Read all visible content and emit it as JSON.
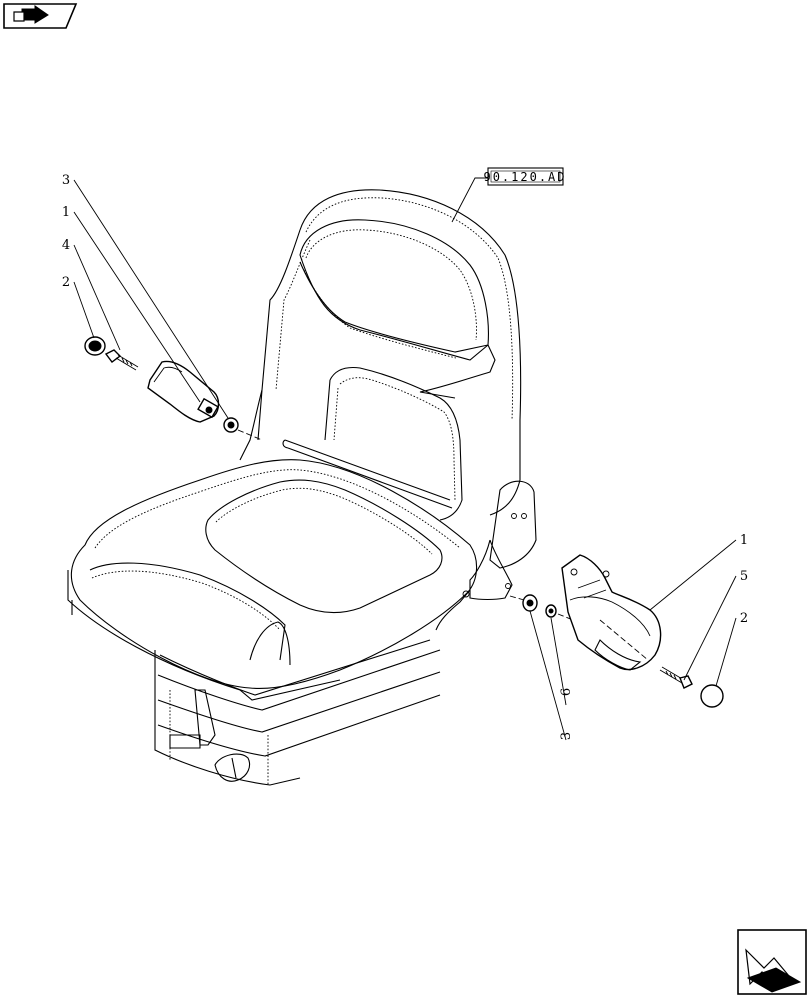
{
  "reference_box": "90.120.AD",
  "callouts": [
    {
      "key": "c3_left",
      "label": "3"
    },
    {
      "key": "c1_left",
      "label": "1"
    },
    {
      "key": "c4_left",
      "label": "4"
    },
    {
      "key": "c2_left",
      "label": "2"
    },
    {
      "key": "c1_right",
      "label": "1"
    },
    {
      "key": "c5_right",
      "label": "5"
    },
    {
      "key": "c2_right",
      "label": "2"
    },
    {
      "key": "c6_right",
      "label": "6"
    },
    {
      "key": "c3_right",
      "label": "3"
    }
  ],
  "icons": {
    "top_left": "navigation-arrow-icon",
    "bottom_right": "next-page-arrow-icon"
  }
}
